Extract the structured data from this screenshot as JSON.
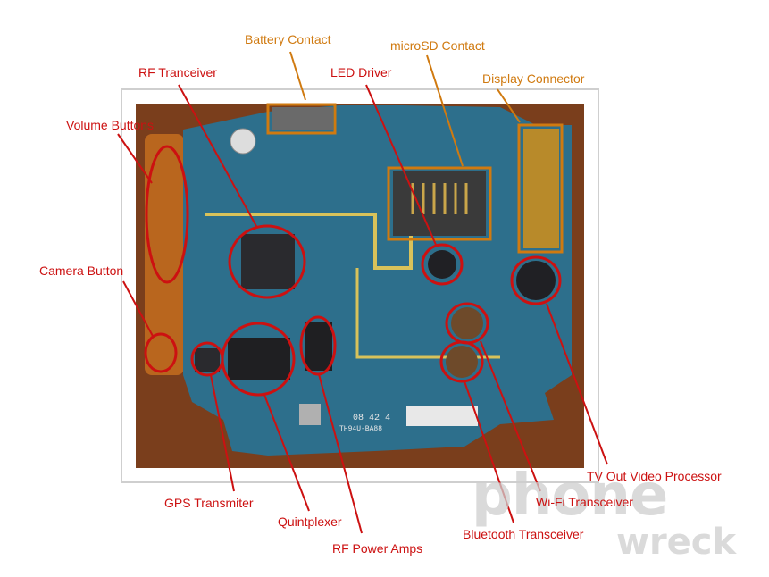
{
  "labels": {
    "battery_contact": "Battery Contact",
    "microsd_contact": "microSD Contact",
    "rf_tranceiver": "RF Tranceiver",
    "led_driver": "LED Driver",
    "display_connector": "Display Connector",
    "volume_buttons": "Volume Buttons",
    "camera_button": "Camera Button",
    "gps_transmiter": "GPS Transmiter",
    "quintplexer": "Quintplexer",
    "rf_power_amps": "RF Power Amps",
    "bluetooth_transceiver": "Bluetooth Transceiver",
    "wifi_transceiver": "Wi-Fi Transceiver",
    "tv_out_video_processor": "TV Out Video Processor"
  },
  "board_print": {
    "date_code": "08 42 4",
    "part_code": "TH94U-BA88"
  },
  "watermark": {
    "line1": "phone",
    "line2": "wreck"
  },
  "colors": {
    "red_callout": "#cc1111",
    "orange_callout": "#d07a10",
    "pcb": "#2d6f8c",
    "wood": "#7a3e1c"
  }
}
